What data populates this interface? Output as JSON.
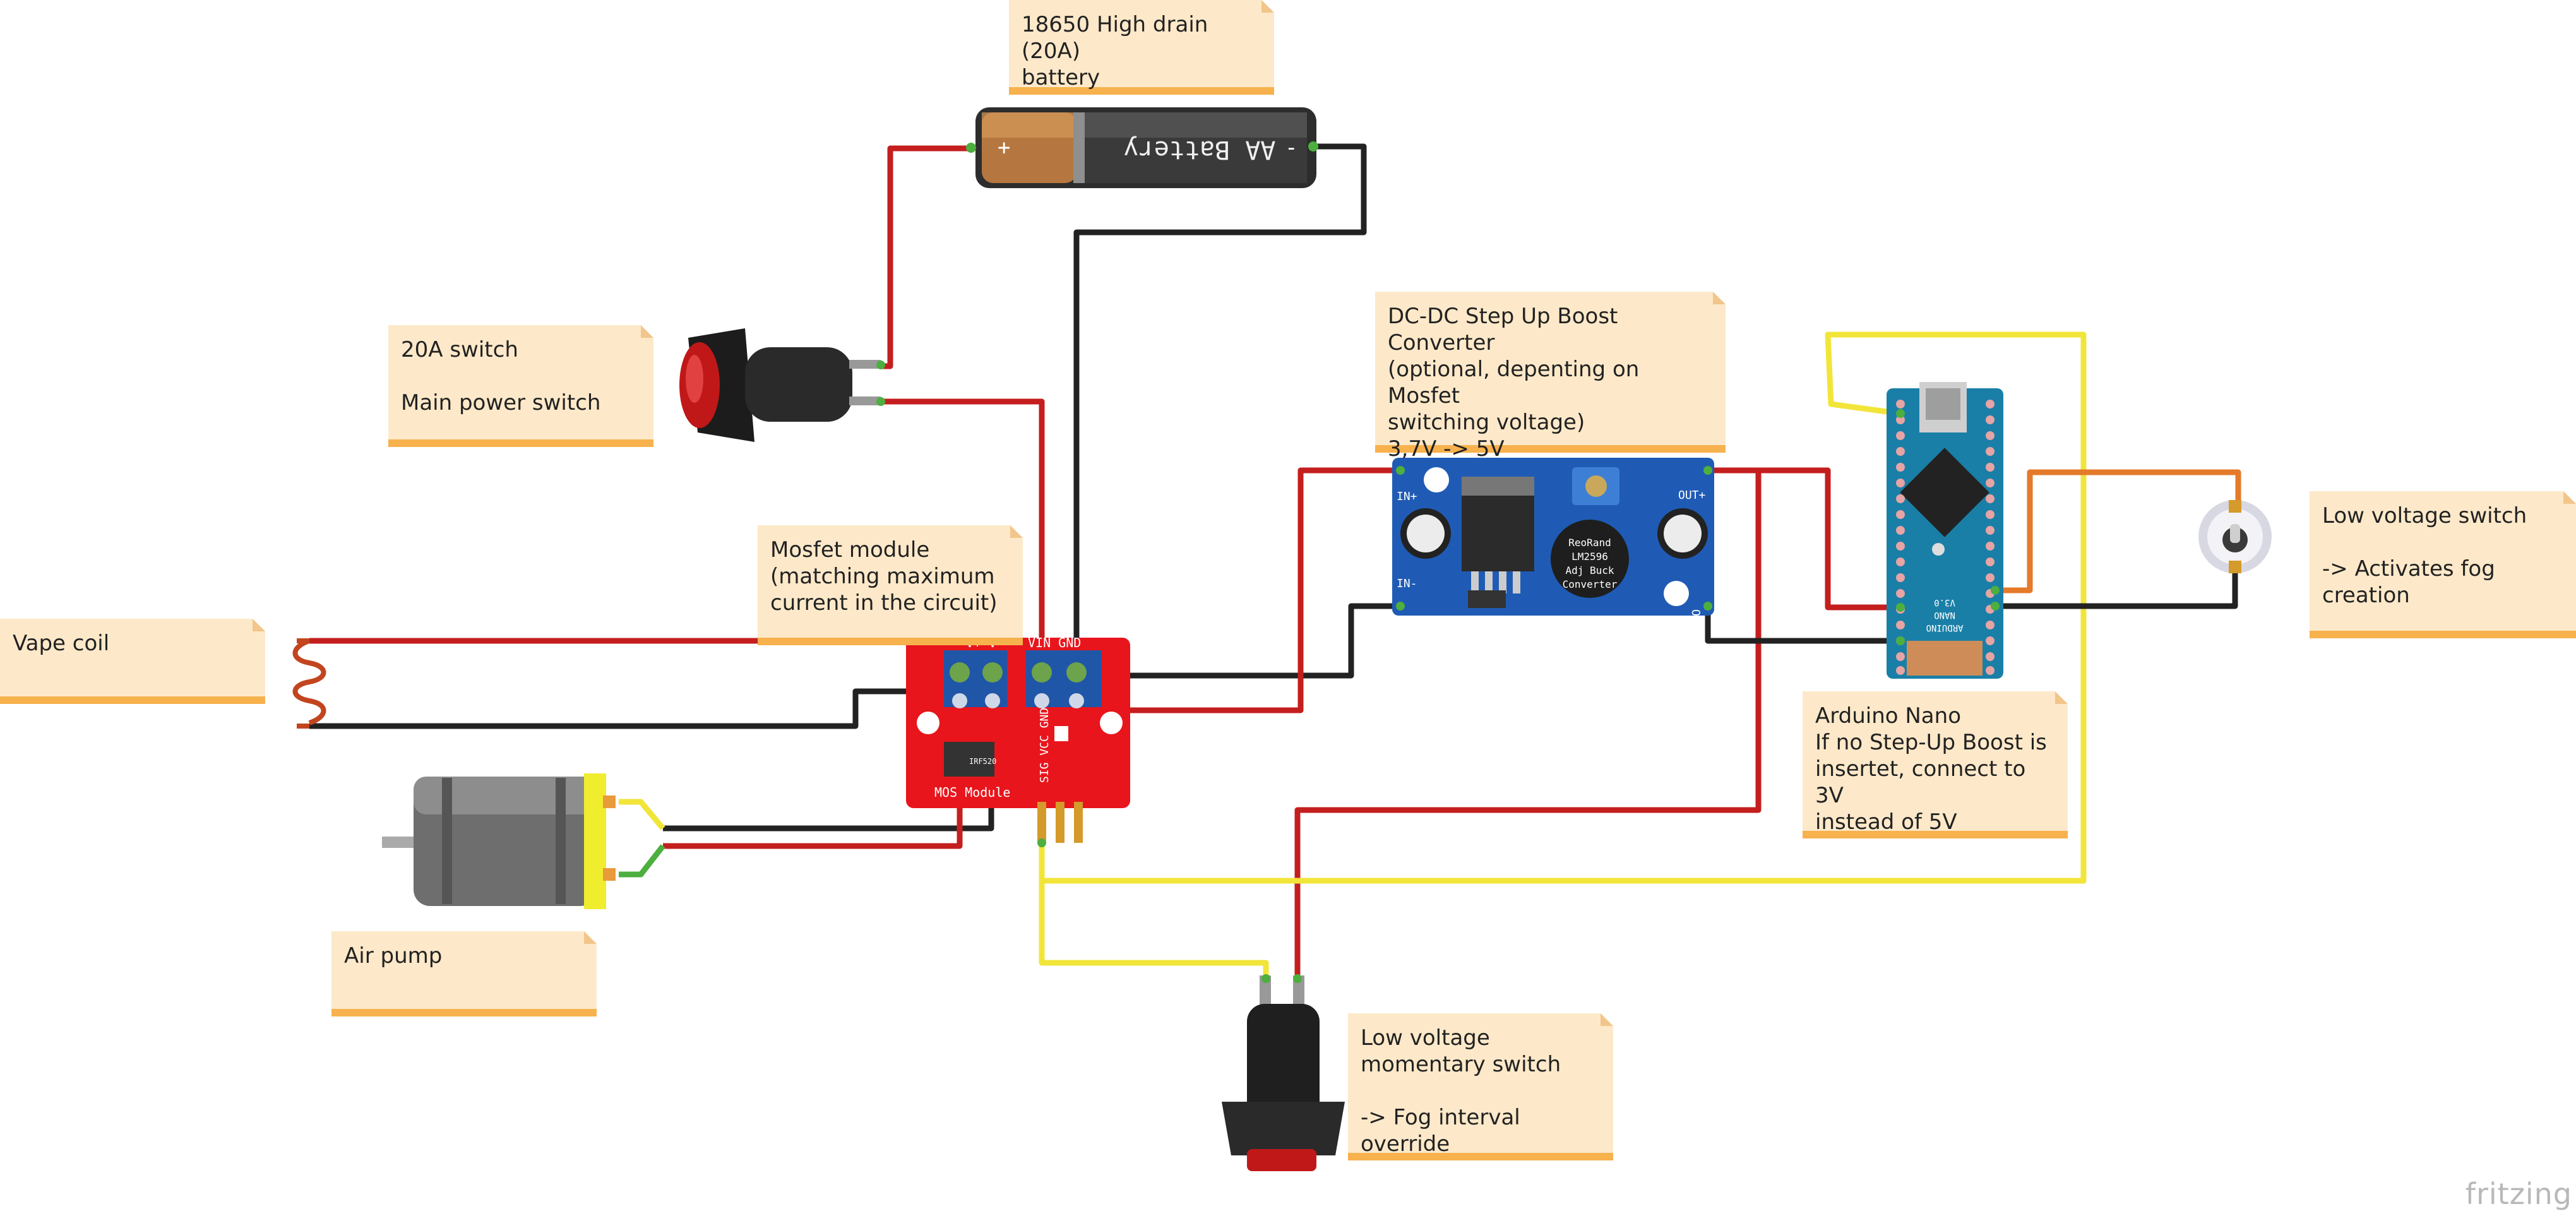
{
  "notes": {
    "battery": "18650 High drain (20A)\nbattery",
    "switch20a": "20A switch\n\nMain power switch",
    "mosfet": "Mosfet module\n(matching maximum\ncurrent in the circuit)",
    "vape": "Vape coil",
    "pump": "Air pump",
    "boost": "DC-DC Step Up Boost Converter\n(optional, depenting on Mosfet\nswitching voltage)\n3,7V -> 5V",
    "arduino": "Arduino Nano\nIf no Step-Up Boost is\ninsertet, connect to 3V\ninstead of 5V",
    "lvswitch": "Low voltage switch\n\n-> Activates fog\ncreation",
    "momentary": "Low voltage\nmomentary switch\n\n-> Fog interval override"
  },
  "parts": {
    "battery_text": "AA Battery",
    "battery_plus": "+",
    "battery_minus": "-",
    "mosfet_pins_left": "V+ V-",
    "mosfet_pins_right": "VIN GND",
    "mosfet_sig_pins": "SIG VCC GND",
    "mosfet_footer": "MOS Module",
    "mosfet_chip": "IRF520",
    "boost_in_plus": "IN+",
    "boost_in_minus": "IN-",
    "boost_out_plus": "OUT+",
    "boost_out_minus": "OUT-",
    "boost_coil": "ReoRand\nLM2596\nAdj Buck\nConverter",
    "arduino_label": "ARDUINO\nNANO\nV3.0"
  },
  "watermark": "fritzing",
  "colors": {
    "wire_red": "#c41e1e",
    "wire_black": "#222222",
    "wire_yellow": "#f2e53a",
    "wire_green": "#4caf3f",
    "wire_orange": "#e47a2a",
    "note_bg": "#fde9c9",
    "note_bar": "#f7b14d",
    "mosfet_board": "#e8151c",
    "boost_board": "#1f5bb5",
    "arduino_board": "#1a7fa7"
  }
}
